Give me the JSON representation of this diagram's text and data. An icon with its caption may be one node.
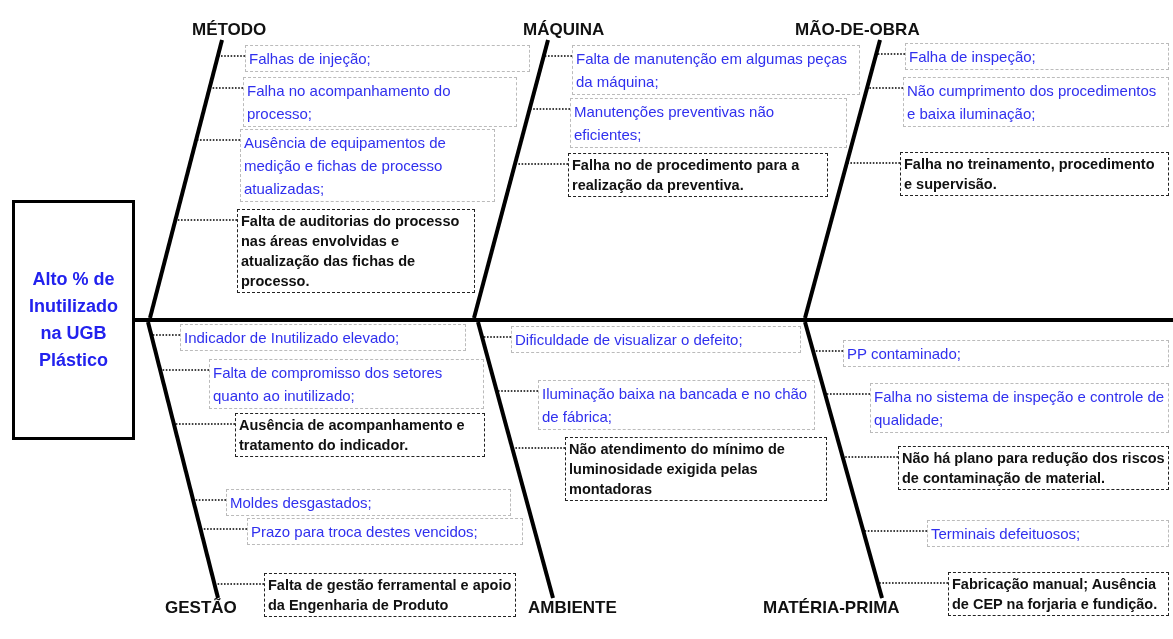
{
  "diagram": {
    "nodes": [
      {
        "text": [
          "Alto % de Inutilizado na UGB Plástico"
        ]
      },
      {
        "text": [
          "MÉTODO"
        ]
      },
      {
        "text": [
          "Falhas de injeção;"
        ]
      },
      {
        "text": [
          "Falha no acompanhamento do processo;"
        ]
      },
      {
        "text": [
          "Ausência de equipamentos de medição e fichas de processo atualizadas;"
        ]
      },
      {
        "text": [
          "Falta de auditorias do processo nas áreas envolvidas e atualização das fichas de processo."
        ]
      },
      {
        "text": [
          "MÁQUINA"
        ]
      },
      {
        "text": [
          "Falta de manutenção em algumas peças da máquina;"
        ]
      },
      {
        "text": [
          "Manutenções preventivas não eficientes;"
        ]
      },
      {
        "text": [
          "Falha no de procedimento para a realização da preventiva."
        ]
      },
      {
        "text": [
          "MÃO-DE-OBRA"
        ]
      },
      {
        "text": [
          "Falha de inspeção;"
        ]
      },
      {
        "text": [
          "Não cumprimento dos procedimentos e baixa iluminação;"
        ]
      },
      {
        "text": [
          "Falha no treinamento, procedimento e supervisão."
        ]
      },
      {
        "text": [
          "GESTÃO"
        ]
      },
      {
        "text": [
          "Indicador de Inutilizado elevado;"
        ]
      },
      {
        "text": [
          "Falta de compromisso dos setores quanto ao inutilizado;"
        ]
      },
      {
        "text": [
          "Ausência de acompanhamento e tratamento do indicador."
        ]
      },
      {
        "text": [
          "Moldes desgastados;"
        ]
      },
      {
        "text": [
          "Prazo para troca destes vencidos;"
        ]
      },
      {
        "text": [
          "Falta de gestão ferramental e apoio da Engenharia de Produto"
        ]
      },
      {
        "text": [
          "AMBIENTE"
        ]
      },
      {
        "text": [
          "Dificuldade de visualizar o defeito;"
        ]
      },
      {
        "text": [
          "Iluminação baixa na bancada e no chão de fábrica;"
        ]
      },
      {
        "text": [
          "Não atendimento do mínimo de luminosidade exigida pelas montadoras"
        ]
      },
      {
        "text": [
          "MATÉRIA-PRIMA"
        ]
      },
      {
        "text": [
          "PP contaminado;"
        ]
      },
      {
        "text": [
          "Falha no sistema de inspeção e controle de qualidade;"
        ]
      },
      {
        "text": [
          "Não há plano para redução dos riscos de contaminação de material."
        ]
      },
      {
        "text": [
          "Terminais defeituosos;"
        ]
      },
      {
        "text": [
          "Fabricação manual; Ausência de CEP na forjaria e fundição."
        ]
      },
      {
        "text": [],
        "shape": "bar"
      }
    ],
    "edges": [
      {
        "from": 1,
        "to": 31,
        "arrow": "none",
        "style": "thick"
      },
      {
        "from": 6,
        "to": 31,
        "arrow": "none",
        "style": "thick"
      },
      {
        "from": 10,
        "to": 31,
        "arrow": "none",
        "style": "thick"
      },
      {
        "from": 14,
        "to": 31,
        "arrow": "none",
        "style": "thick"
      },
      {
        "from": 21,
        "to": 31,
        "arrow": "none",
        "style": "thick"
      },
      {
        "from": 25,
        "to": 31,
        "arrow": "none",
        "style": "thick"
      },
      {
        "from": 2,
        "to": 1,
        "arrow": "none",
        "style": "dashed"
      },
      {
        "from": 3,
        "to": 1,
        "arrow": "none",
        "style": "dashed"
      },
      {
        "from": 4,
        "to": 1,
        "arrow": "none",
        "style": "dashed"
      },
      {
        "from": 5,
        "to": 1,
        "arrow": "none",
        "style": "dashed"
      },
      {
        "from": 7,
        "to": 6,
        "arrow": "none",
        "style": "dashed"
      },
      {
        "from": 8,
        "to": 6,
        "arrow": "none",
        "style": "dashed"
      },
      {
        "from": 9,
        "to": 6,
        "arrow": "none",
        "style": "dashed"
      },
      {
        "from": 11,
        "to": 10,
        "arrow": "none",
        "style": "dashed"
      },
      {
        "from": 12,
        "to": 10,
        "arrow": "none",
        "style": "dashed"
      },
      {
        "from": 13,
        "to": 10,
        "arrow": "none",
        "style": "dashed"
      },
      {
        "from": 15,
        "to": 14,
        "arrow": "none",
        "style": "dashed"
      },
      {
        "from": 16,
        "to": 14,
        "arrow": "none",
        "style": "dashed"
      },
      {
        "from": 17,
        "to": 14,
        "arrow": "none",
        "style": "dashed"
      },
      {
        "from": 18,
        "to": 14,
        "arrow": "none",
        "style": "dashed"
      },
      {
        "from": 19,
        "to": 14,
        "arrow": "none",
        "style": "dashed"
      },
      {
        "from": 20,
        "to": 14,
        "arrow": "none",
        "style": "dashed"
      },
      {
        "from": 22,
        "to": 21,
        "arrow": "none",
        "style": "dashed"
      },
      {
        "from": 23,
        "to": 21,
        "arrow": "none",
        "style": "dashed"
      },
      {
        "from": 24,
        "to": 21,
        "arrow": "none",
        "style": "dashed"
      },
      {
        "from": 26,
        "to": 25,
        "arrow": "none",
        "style": "dashed"
      },
      {
        "from": 27,
        "to": 25,
        "arrow": "none",
        "style": "dashed"
      },
      {
        "from": 28,
        "to": 25,
        "arrow": "none",
        "style": "dashed"
      },
      {
        "from": 29,
        "to": 25,
        "arrow": "none",
        "style": "dashed"
      },
      {
        "from": 30,
        "to": 25,
        "arrow": "none",
        "style": "dashed"
      }
    ]
  }
}
